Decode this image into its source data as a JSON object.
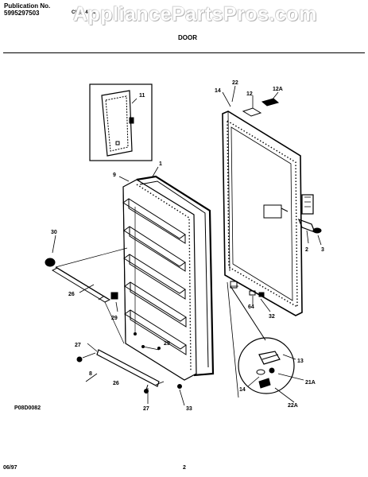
{
  "header": {
    "publication_label": "Publication No.",
    "publication_number": "5995297503",
    "model_code": "CHLT 4 AL",
    "section_title": "DOOR",
    "watermark": "AppliancePartsPros.com"
  },
  "footer": {
    "date": "06/97",
    "page_number": "2",
    "drawing_code": "P08D0082"
  },
  "callouts": [
    "1",
    "2",
    "3",
    "8",
    "9",
    "11",
    "12",
    "12A",
    "13",
    "14",
    "14",
    "21A",
    "22",
    "22A",
    "25",
    "26",
    "26",
    "27",
    "27",
    "29",
    "30",
    "32",
    "33",
    "64"
  ]
}
